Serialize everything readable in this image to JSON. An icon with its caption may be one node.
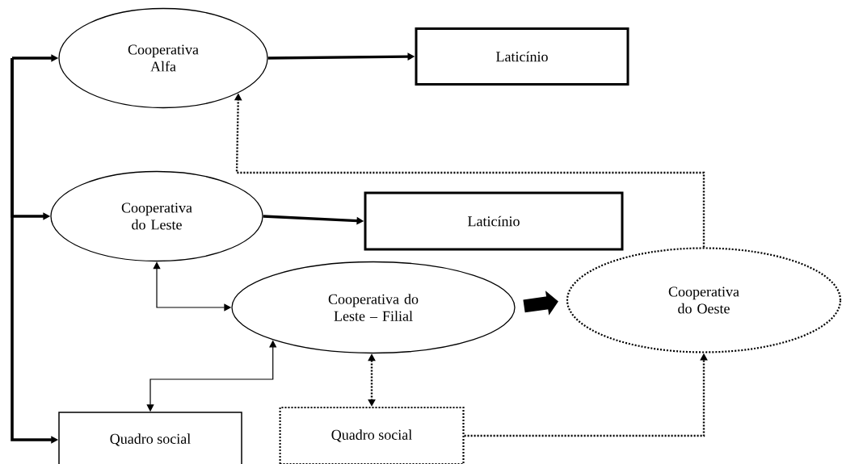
{
  "diagram": {
    "nodes": [
      {
        "text": [
          "Cooperativa Alfa"
        ]
      },
      {
        "text": [
          "Laticínio"
        ]
      },
      {
        "text": [
          "Cooperativa do Leste"
        ]
      },
      {
        "text": [
          "Laticínio"
        ]
      },
      {
        "text": [
          "Cooperativa do Leste – Filial"
        ]
      },
      {
        "text": [
          "Cooperativa do Oeste"
        ]
      },
      {
        "text": [
          "Quadro social"
        ]
      },
      {
        "text": [
          "Quadro social"
        ]
      }
    ],
    "edges": [
      {
        "from": null,
        "to": 0,
        "arrow": "to"
      },
      {
        "from": null,
        "to": 2,
        "arrow": "to"
      },
      {
        "from": null,
        "to": 6,
        "arrow": "to"
      },
      {
        "from": 0,
        "to": 1,
        "arrow": "to"
      },
      {
        "from": 2,
        "to": 3,
        "arrow": "to"
      },
      {
        "from": 2,
        "to": 4,
        "arrow": "both"
      },
      {
        "from": 4,
        "to": 6,
        "arrow": "both"
      },
      {
        "from": 4,
        "to": 7,
        "arrow": "both",
        "style": "dashed"
      },
      {
        "from": 4,
        "to": 5,
        "arrow": "to",
        "style": "thick"
      },
      {
        "from": 5,
        "to": 0,
        "arrow": "to",
        "style": "dashed"
      },
      {
        "from": 7,
        "to": 5,
        "arrow": "to",
        "style": "dashed"
      }
    ]
  }
}
